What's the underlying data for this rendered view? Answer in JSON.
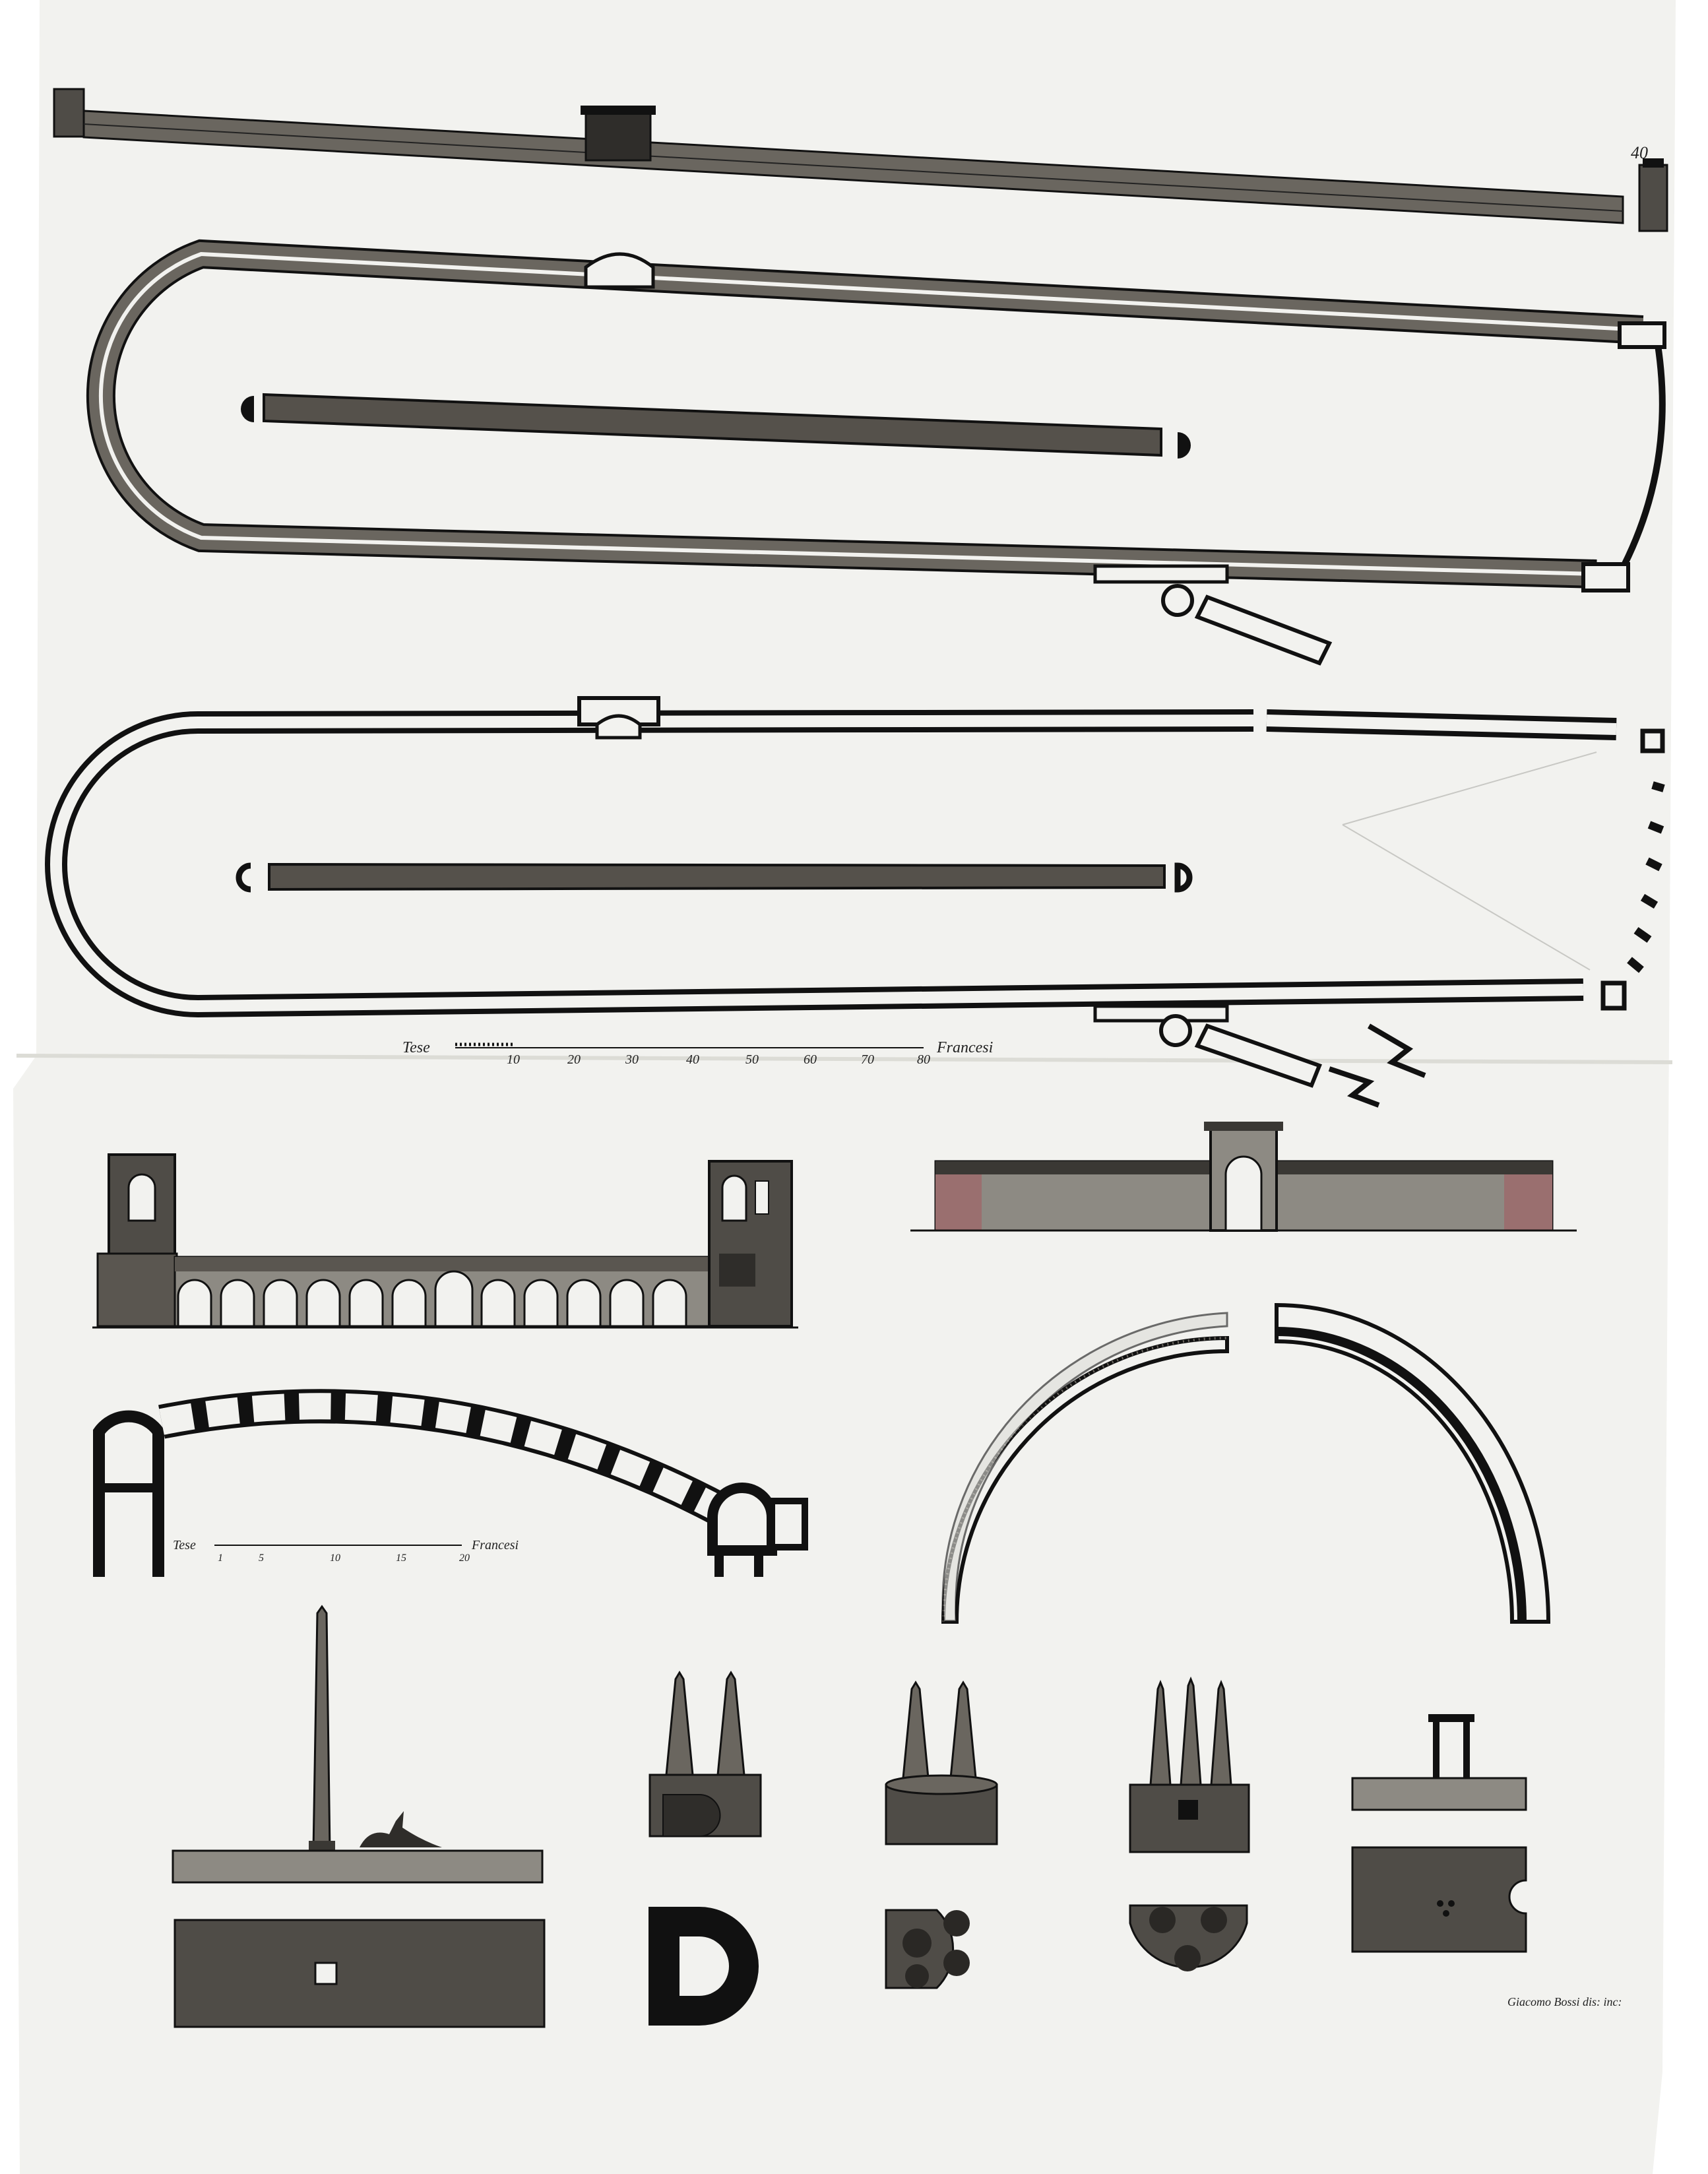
{
  "plate": {
    "number": "40",
    "engraver_credit": "Giacomo Bossi dis: inc:",
    "paper_color": "#f2f2ef",
    "ink_color": "#111111",
    "wash_color": "#4f4c47",
    "rose_wash_color": "#9a6f6f"
  },
  "scale_main": {
    "left_label": "Tese",
    "right_label": "Francesi",
    "ticks": [
      "10",
      "20",
      "30",
      "40",
      "50",
      "60",
      "70",
      "80"
    ]
  },
  "scale_secondary": {
    "left_label": "Tese",
    "right_label": "Francesi",
    "ticks": [
      "1",
      "5",
      "10",
      "15",
      "20"
    ]
  }
}
